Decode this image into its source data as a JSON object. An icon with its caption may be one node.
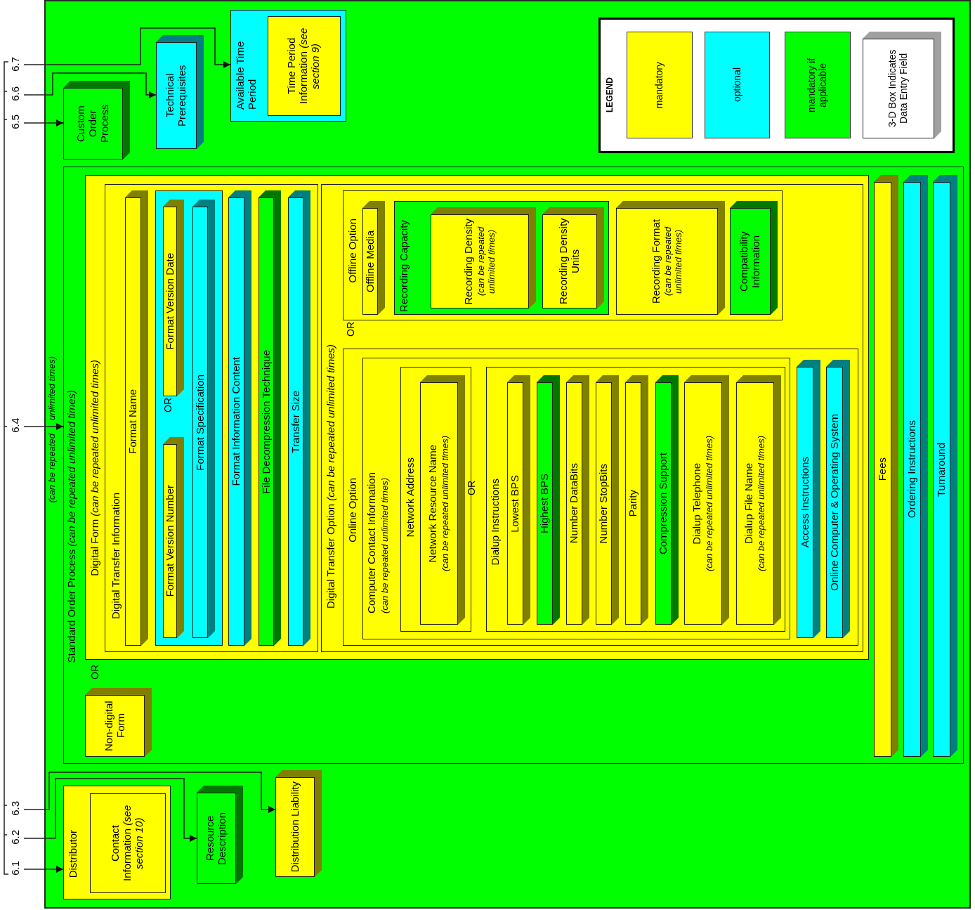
{
  "diagram": {
    "nodes": [
      {
        "text": [
          "6.7"
        ]
      },
      {
        "text": [
          "6.6"
        ]
      },
      {
        "text": [
          "6.5"
        ]
      },
      {
        "text": [
          "6.4"
        ]
      },
      {
        "text": [
          "6.3"
        ]
      },
      {
        "text": [
          "6.2"
        ]
      },
      {
        "text": [
          "6.1"
        ]
      },
      {
        "text": [
          "Custom Order Process"
        ]
      },
      {
        "text": [
          "Technical Prerequisites"
        ]
      },
      {
        "text": [
          "Available Time Period"
        ]
      },
      {
        "text": [
          "Time Period Information *(see section 9)*"
        ],
        "in": 9
      },
      {
        "text": [
          "Standard Order Process *(can be repeated unlimited times)*"
        ]
      },
      {
        "text": [
          "Digital Form *(can be repeated unlimited times)*"
        ],
        "in": 11
      },
      {
        "text": [
          "Digital Transfer Information"
        ],
        "in": 12
      },
      {
        "text": [
          "Format Name"
        ],
        "in": 13
      },
      {
        "text": [],
        "shape": "box",
        "in": 13
      },
      {
        "text": [
          "Format Version Number"
        ],
        "in": 15
      },
      {
        "text": [
          "Format Version Date"
        ],
        "in": 15
      },
      {
        "text": [
          "Format Specification"
        ],
        "in": 15
      },
      {
        "text": [
          "Format Information Content"
        ],
        "in": 13
      },
      {
        "text": [
          "File Decompression Technique"
        ],
        "in": 13
      },
      {
        "text": [
          "Transfer Size"
        ],
        "in": 13
      },
      {
        "text": [
          "Digital Transfer Option *(can be repeated unlimited times)*"
        ],
        "in": 12
      },
      {
        "text": [
          "Offline Option"
        ],
        "in": 22
      },
      {
        "text": [
          "Offline Media"
        ],
        "in": 23
      },
      {
        "text": [
          "Recording Capacity"
        ],
        "in": 23
      },
      {
        "text": [
          "Recording Density",
          "(can be repeated unlimited times)"
        ],
        "in": 25
      },
      {
        "text": [
          "Recording Density Units"
        ],
        "in": 25
      },
      {
        "text": [
          "Recording Format",
          "(can be repeated unlimited times)"
        ],
        "in": 23
      },
      {
        "text": [
          "Compatibility Information"
        ],
        "in": 23
      },
      {
        "text": [
          "Online Option"
        ],
        "in": 22
      },
      {
        "text": [
          "Computer Contact Information",
          "(can be repeated unlimited times)"
        ],
        "in": 30
      },
      {
        "text": [
          "Network Address"
        ],
        "in": 31
      },
      {
        "text": [
          "Network Resource Name",
          "(can be repeated unlimited times)"
        ],
        "in": 32
      },
      {
        "text": [
          "Dialup Instructions"
        ],
        "in": 31
      },
      {
        "text": [
          "Lowest BPS"
        ],
        "in": 34
      },
      {
        "text": [
          "Highest BPS"
        ],
        "in": 34
      },
      {
        "text": [
          "Number DataBits"
        ],
        "in": 34
      },
      {
        "text": [
          "Number StopBits"
        ],
        "in": 34
      },
      {
        "text": [
          "Parity"
        ],
        "in": 34
      },
      {
        "text": [
          "Compression Support"
        ],
        "in": 34
      },
      {
        "text": [
          "Dialup Telephone",
          "(can be repeated unlimited times)"
        ],
        "in": 34
      },
      {
        "text": [
          "Dialup File Name",
          "(can be repeated unlimited times)"
        ],
        "in": 34
      },
      {
        "text": [
          "Access Instructions"
        ],
        "in": 30
      },
      {
        "text": [
          "Online Computer & Operating System"
        ],
        "in": 30
      },
      {
        "text": [
          "Fees"
        ],
        "in": 11
      },
      {
        "text": [
          "Ordering Instructions"
        ],
        "in": 11
      },
      {
        "text": [
          "Turnaround"
        ],
        "in": 11
      },
      {
        "text": [
          "Non-digital Form"
        ],
        "in": 11
      },
      {
        "text": [
          "Distributor"
        ]
      },
      {
        "text": [
          "Contact Information *(see section 10)*"
        ],
        "in": 49
      },
      {
        "text": [
          "Resource Description"
        ]
      },
      {
        "text": [
          "Distribution Liability"
        ]
      }
    ],
    "edges": [
      {
        "from": 0,
        "to": 9,
        "arrow": "to"
      },
      {
        "from": 1,
        "to": 8,
        "arrow": "to"
      },
      {
        "from": 2,
        "to": 7,
        "arrow": "to"
      },
      {
        "from": 3,
        "to": 11,
        "arrow": "to"
      },
      {
        "from": 4,
        "to": 52,
        "arrow": "to"
      },
      {
        "from": 5,
        "to": 51,
        "arrow": "to"
      },
      {
        "from": 6,
        "to": 49,
        "arrow": "to"
      }
    ],
    "labels": [
      "LEGEND",
      "unlimited times)",
      "(can be repeated",
      "OR",
      "OR",
      "OR",
      "OR"
    ],
    "legend": [
      {
        "text": "mandatory",
        "color": "#ffff00"
      },
      {
        "text": "optional",
        "color": "#00ffff"
      },
      {
        "text": "mandatory if applicable",
        "color": "#00ff00"
      },
      {
        "text": "3-D Box Indicates Data Entry Field"
      }
    ]
  }
}
